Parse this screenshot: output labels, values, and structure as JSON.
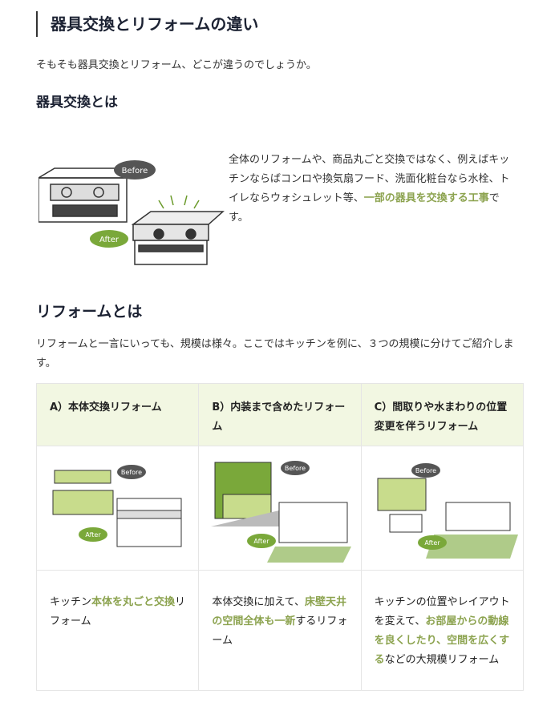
{
  "heading": "器具交換とリフォームの違い",
  "intro": "そもそも器具交換とリフォーム、どこが違うのでしょうか。",
  "section1": {
    "title": "器具交換とは",
    "text_before": "全体のリフォームや、商品丸ごと交換ではなく、例えばキッチンならばコンロや換気扇フード、洗面化粧台なら水栓、トイレならウォシュレット等、",
    "highlight": "一部の器具を交換する工事",
    "text_after": "です。",
    "badge_before": "Before",
    "badge_after": "After"
  },
  "section2": {
    "title": "リフォームとは",
    "text": "リフォームと一言にいっても、規模は様々。ここではキッチンを例に、３つの規模に分けてご紹介します。"
  },
  "table": {
    "columns": [
      {
        "header": "A）本体交換リフォーム",
        "pre": "キッチン",
        "hl": "本体を丸ごと交換",
        "post": "リフォーム",
        "before": "Before",
        "after": "After"
      },
      {
        "header": "B）内装まで含めたリフォーム",
        "pre": "本体交換に加えて、",
        "hl": "床壁天井の空間全体も一新",
        "post": "するリフォーム",
        "before": "Before",
        "after": "After"
      },
      {
        "header": "C）間取りや水まわりの位置変更を伴うリフォーム",
        "pre": "キッチンの位置やレイアウトを変えて、",
        "hl": "お部屋からの動線を良くしたり、空間を広くする",
        "post": "などの大規模リフォーム",
        "before": "Before",
        "after": "After"
      }
    ]
  },
  "colors": {
    "accent": "#8ca34f",
    "header_bg": "#f2f7e2"
  }
}
